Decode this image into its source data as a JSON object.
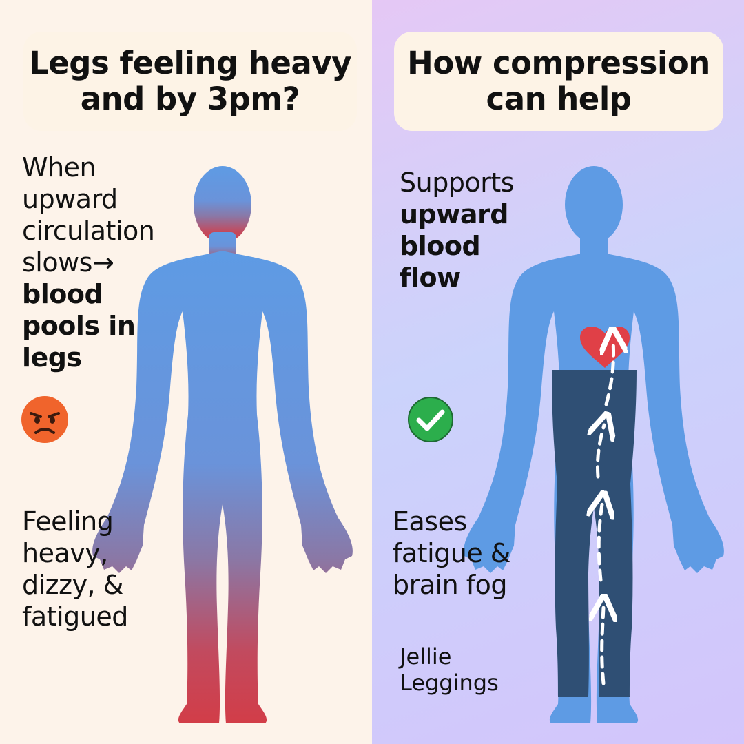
{
  "left": {
    "title_lines": [
      "Legs feeling heavy",
      "and by 3pm?"
    ],
    "top_text_lines": [
      "When",
      "upward",
      "circulation",
      "slows→"
    ],
    "top_bold_lines": [
      "blood",
      "pools in",
      "legs"
    ],
    "emoji": "angry-face-icon",
    "bottom_text_lines": [
      "Feeling",
      "heavy,",
      "dizzy, &",
      "fatigued"
    ]
  },
  "right": {
    "title_lines": [
      "How compression",
      "can help"
    ],
    "top_text_lines": [
      "Supports"
    ],
    "top_bold_lines": [
      "upward",
      "blood",
      "flow"
    ],
    "emoji": "check-mark-icon",
    "bottom_text_lines": [
      "Eases",
      "fatigue &",
      "brain fog"
    ],
    "brand_lines": [
      "Jellie",
      "Leggings"
    ]
  },
  "colors": {
    "body_blue": "#5e9be4",
    "pooling_red": "#d6424e",
    "legging_navy": "#2f4f74",
    "heart_red": "#e04047",
    "check_green": "#2cae4c",
    "angry_orange": "#f0642c",
    "left_bg": "#fdf3ea",
    "right_bg": "#d3c9fb",
    "title_bg": "#fdf3e6"
  }
}
